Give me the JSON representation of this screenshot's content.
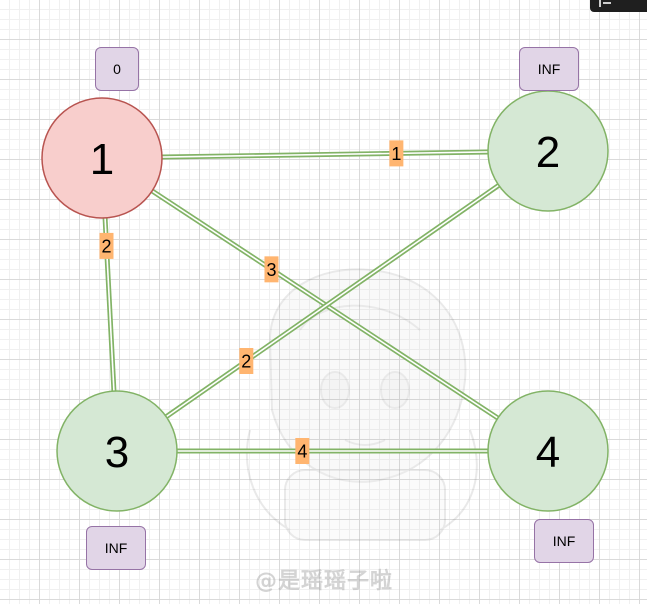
{
  "nodes": [
    {
      "id": "1",
      "label": "1",
      "distance": "0",
      "fill": "#f8cecc",
      "stroke": "#b85450"
    },
    {
      "id": "2",
      "label": "2",
      "distance": "INF",
      "fill": "#d5e8d4",
      "stroke": "#82b366"
    },
    {
      "id": "3",
      "label": "3",
      "distance": "INF",
      "fill": "#d5e8d4",
      "stroke": "#82b366"
    },
    {
      "id": "4",
      "label": "4",
      "distance": "INF",
      "fill": "#d5e8d4",
      "stroke": "#82b366"
    }
  ],
  "edges": [
    {
      "from": "1",
      "to": "2",
      "weight": "1"
    },
    {
      "from": "1",
      "to": "3",
      "weight": "2"
    },
    {
      "from": "1",
      "to": "4",
      "weight": "3"
    },
    {
      "from": "2",
      "to": "3",
      "weight": "2"
    },
    {
      "from": "3",
      "to": "4",
      "weight": "4"
    }
  ],
  "colors": {
    "edge": "#82b366",
    "weight_label_bg": "#ffb570",
    "distance_badge_fill": "#e1d5e7",
    "distance_badge_stroke": "#9673a6"
  },
  "watermark": "@是瑶瑶子啦",
  "icons": {
    "window_corner": "panel-corner-icon",
    "watermark_art": "anime-girl-watermark"
  }
}
